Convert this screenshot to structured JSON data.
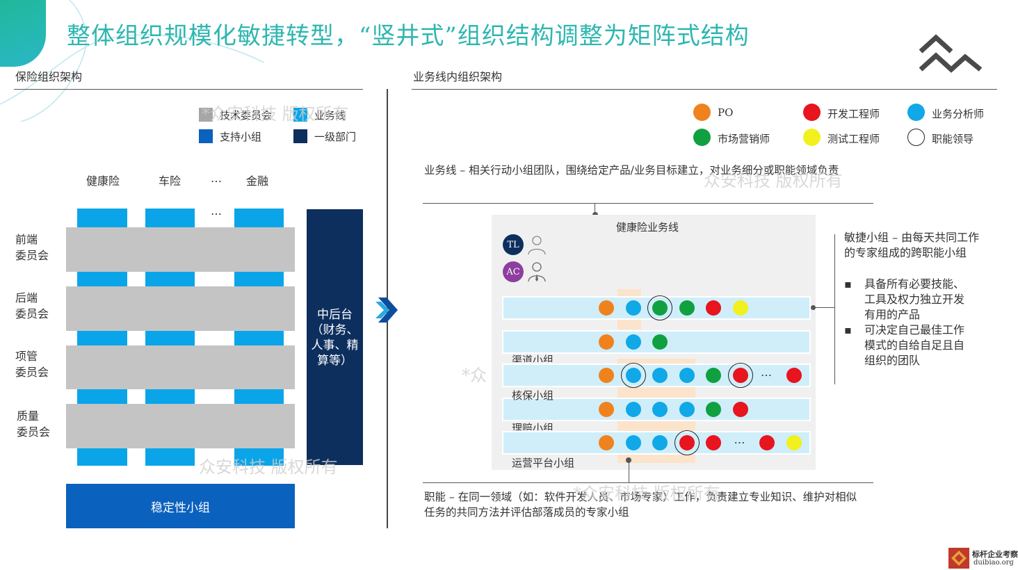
{
  "title": "整体组织规模化敏捷转型，“竖井式”组织结构调整为矩阵式结构",
  "left": {
    "section_title": "保险组织架构",
    "legend": [
      {
        "label": "技术委员会",
        "color": "#a6a6a6"
      },
      {
        "label": "业务线",
        "color": "#0aa5e8"
      },
      {
        "label": "支持小组",
        "color": "#0b61be"
      },
      {
        "label": "一级部门",
        "color": "#0d2f5e"
      }
    ],
    "columns": [
      "健康险",
      "车险",
      "…",
      "金融"
    ],
    "ellipsis": "…",
    "rows": [
      "前端\n委员会",
      "后端\n委员会",
      "项管\n委员会",
      "质量\n委员会"
    ],
    "dept_text": "中后台\n（财务、\n人事、精\n算等）",
    "stability_group": "稳定性小组"
  },
  "right": {
    "section_title": "业务线内组织架构",
    "legend": [
      {
        "label": "PO",
        "color": "#f0821e",
        "kind": "dot"
      },
      {
        "label": "开发工程师",
        "color": "#e8141e",
        "kind": "dot"
      },
      {
        "label": "业务分析师",
        "color": "#10a8e6",
        "kind": "dot"
      },
      {
        "label": "市场营销师",
        "color": "#10a040",
        "kind": "dot"
      },
      {
        "label": "测试工程师",
        "color": "#f2f01e",
        "kind": "dot"
      },
      {
        "label": "职能领导",
        "color": "#ffffff",
        "kind": "ring"
      }
    ],
    "business_line_desc": "业务线 – 相关行动小组团队，围绕给定产品/业务目标建立，对业务细分或职能领域负责",
    "panel_title": "健康险业务线",
    "badges": [
      {
        "label": "TL",
        "color": "#0d2f5e"
      },
      {
        "label": "AC",
        "color": "#8e3e9e"
      }
    ],
    "lanes": [
      {
        "name": "",
        "dots": [
          "orange",
          "blue",
          "green-ring",
          "green",
          "red",
          "yellow"
        ]
      },
      {
        "name": "渠道小组",
        "dots": [
          "orange",
          "blue",
          "green"
        ]
      },
      {
        "name": "核保小组",
        "dots": [
          "orange",
          "blue-ring",
          "blue",
          "blue",
          "green",
          "red-ring",
          "dots",
          "red"
        ]
      },
      {
        "name": "理赔小组",
        "dots": [
          "orange",
          "blue",
          "blue",
          "blue",
          "green",
          "red"
        ]
      },
      {
        "name": "运营平台小组",
        "dots": [
          "orange",
          "blue",
          "blue",
          "red-ring",
          "red",
          "dots",
          "red",
          "yellow"
        ]
      }
    ],
    "lane_ellipsis": "…",
    "agile_title": "敏捷小组 – 由每天共同工作的专家组成的跨职能小组",
    "agile_bullets": [
      "具备所有必要技能、\n工具及权力独立开发\n有用的产品",
      "可决定自己最佳工作\n模式的自给自足且自\n组织的团队"
    ],
    "bullet_mark": "▪",
    "function_desc": "职能 – 在同一领域（如：软件开发人员、市场专家）工作，负责建立专业知识、维护对相似任务的共同方法并评估部落成员的专家小组"
  },
  "watermarks": [
    "*众安科技 版权所有",
    "众安科技 版权所有",
    "*众",
    "众安科技 版权所有",
    "*众安科技 版权所有"
  ],
  "footer": {
    "brand": "标杆企业考察",
    "site": "duibiao.org"
  },
  "colors": {
    "orange": "#f0821e",
    "blue": "#10a8e6",
    "green": "#10a040",
    "red": "#e8141e",
    "yellow": "#f2f01e",
    "title": "#2fb6b0"
  }
}
